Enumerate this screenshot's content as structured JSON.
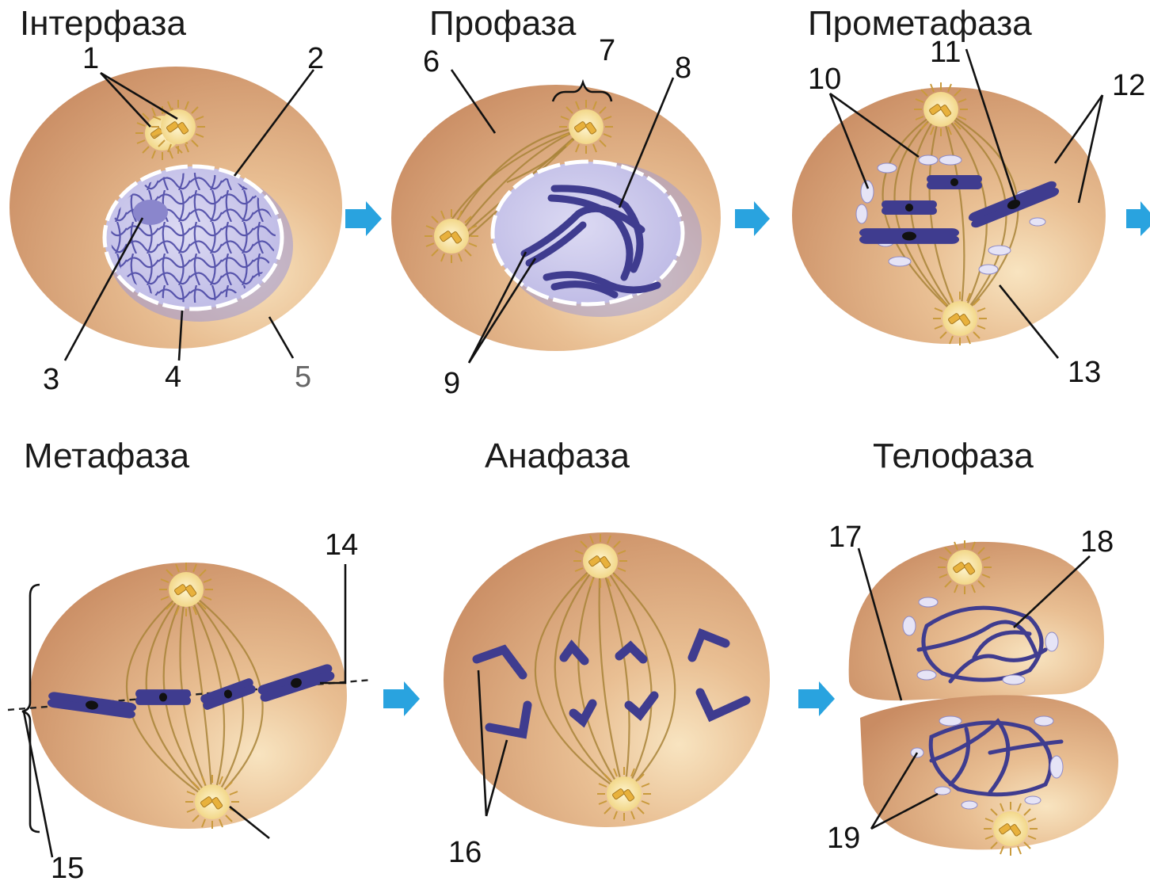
{
  "phases": {
    "interphase": "Інтерфаза",
    "prophase": "Профаза",
    "prometaphase": "Прометафаза",
    "metaphase": "Метафаза",
    "anaphase": "Анафаза",
    "telophase": "Телофаза"
  },
  "labels": [
    "1",
    "2",
    "3",
    "4",
    "5",
    "6",
    "7",
    "8",
    "9",
    "10",
    "11",
    "12",
    "13",
    "14",
    "15",
    "16",
    "17",
    "18",
    "19"
  ],
  "colors": {
    "cytoplasm": "#d9a57c",
    "nucleus": "#c9c6ec",
    "chromosome": "#5a57b0",
    "centrosome": "#f6e3a1",
    "arrow": "#29a3df"
  }
}
